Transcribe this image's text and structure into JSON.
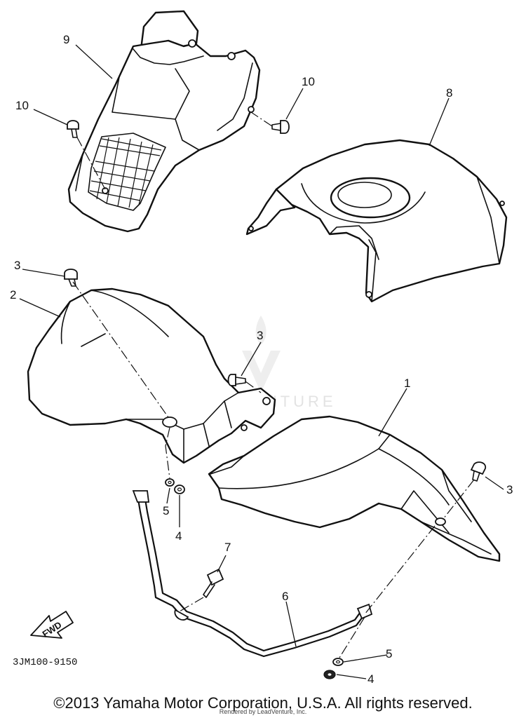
{
  "diagram": {
    "parts": [
      {
        "key": "p1",
        "label": "1"
      },
      {
        "key": "p2",
        "label": "2"
      },
      {
        "key": "p3a",
        "label": "3"
      },
      {
        "key": "p3b",
        "label": "3"
      },
      {
        "key": "p3c",
        "label": "3"
      },
      {
        "key": "p4a",
        "label": "4"
      },
      {
        "key": "p4b",
        "label": "4"
      },
      {
        "key": "p5a",
        "label": "5"
      },
      {
        "key": "p5b",
        "label": "5"
      },
      {
        "key": "p6",
        "label": "6"
      },
      {
        "key": "p7",
        "label": "7"
      },
      {
        "key": "p8",
        "label": "8"
      },
      {
        "key": "p9",
        "label": "9"
      },
      {
        "key": "p10a",
        "label": "10"
      },
      {
        "key": "p10b",
        "label": "10"
      }
    ],
    "fwd_label": "FWD",
    "diagram_code": "3JM100-9150"
  },
  "watermark": {
    "text": "LEADVENTURE"
  },
  "footer": {
    "copyright": "©2013 Yamaha Motor Corporation, U.S.A. All rights reserved.",
    "rendered_by": "Rendered by LeadVenture, Inc."
  }
}
